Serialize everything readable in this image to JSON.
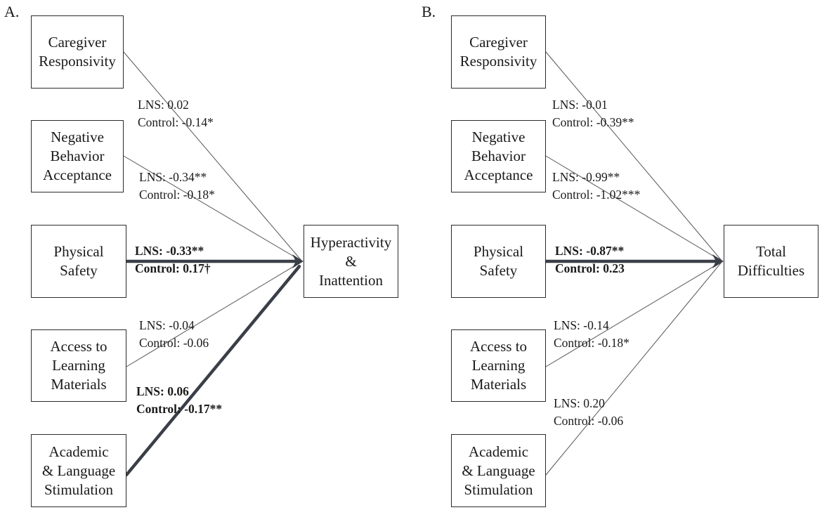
{
  "panels": [
    {
      "label": "A.",
      "predictors": [
        {
          "lines": [
            "Caregiver",
            "Responsivity"
          ]
        },
        {
          "lines": [
            "Negative",
            "Behavior",
            "Acceptance"
          ]
        },
        {
          "lines": [
            "Physical",
            "Safety"
          ]
        },
        {
          "lines": [
            "Access to",
            "Learning",
            "Materials"
          ]
        },
        {
          "lines": [
            "Academic",
            "& Language",
            "Stimulation"
          ]
        }
      ],
      "outcome": {
        "lines": [
          "Hyperactivity",
          "&",
          "Inattention"
        ]
      },
      "paths": [
        {
          "lns": "LNS: 0.02",
          "control": "Control: -0.14*",
          "significant": false
        },
        {
          "lns": "LNS: -0.34**",
          "control": "Control: -0.18*",
          "significant": false
        },
        {
          "lns": "LNS: -0.33**",
          "control": "Control: 0.17†",
          "significant": true
        },
        {
          "lns": "LNS: -0.04",
          "control": "Control: -0.06",
          "significant": false
        },
        {
          "lns": "LNS: 0.06",
          "control": "Control: -0.17**",
          "significant": true
        }
      ]
    },
    {
      "label": "B.",
      "predictors": [
        {
          "lines": [
            "Caregiver",
            "Responsivity"
          ]
        },
        {
          "lines": [
            "Negative",
            "Behavior",
            "Acceptance"
          ]
        },
        {
          "lines": [
            "Physical",
            "Safety"
          ]
        },
        {
          "lines": [
            "Access to",
            "Learning",
            "Materials"
          ]
        },
        {
          "lines": [
            "Academic",
            "& Language",
            "Stimulation"
          ]
        }
      ],
      "outcome": {
        "lines": [
          "Total",
          "Difficulties"
        ]
      },
      "paths": [
        {
          "lns": "LNS: -0.01",
          "control": "Control: -0.39**",
          "significant": false
        },
        {
          "lns": "LNS: -0.99**",
          "control": "Control: -1.02***",
          "significant": false
        },
        {
          "lns": "LNS: -0.87**",
          "control": "Control: 0.23",
          "significant": true
        },
        {
          "lns": "LNS: -0.14",
          "control": "Control: -0.18*",
          "significant": false
        },
        {
          "lns": "LNS: 0.20",
          "control": "Control: -0.06",
          "significant": false
        }
      ]
    }
  ],
  "colors": {
    "line": "#3a3f47",
    "thin_line": "#555555",
    "border": "#2b2b2b"
  }
}
